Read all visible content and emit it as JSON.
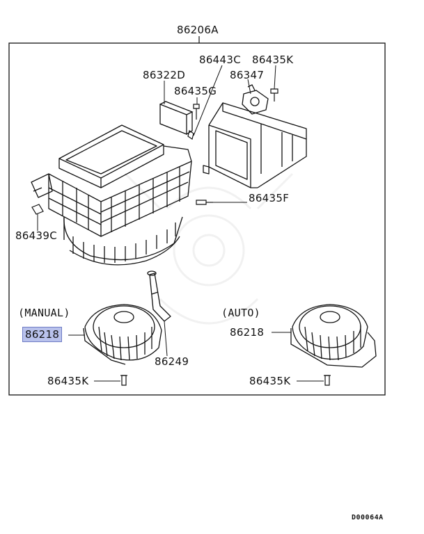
{
  "parts": {
    "assembly": "86206A",
    "p86443c": "86443C",
    "p86435k_top": "86435K",
    "p86322d": "86322D",
    "p86347": "86347",
    "p86435g": "86435G",
    "p86435f": "86435F",
    "p86439c": "86439C",
    "manual_label": "(MANUAL)",
    "auto_label": "(AUTO)",
    "p86218_manual": "86218",
    "p86218_auto": "86218",
    "p86249": "86249",
    "p86435k_left": "86435K",
    "p86435k_right": "86435K"
  },
  "footer": {
    "code": "D00064A"
  },
  "colors": {
    "line": "#111111",
    "highlight": "#b9c2ec",
    "highlight_border": "#6e7cc4"
  },
  "icons": [
    "blower-motor-icon",
    "heater-unit-case-icon",
    "duct-icon",
    "screw-icon",
    "clip-icon",
    "actuator-icon",
    "drain-hose-icon"
  ]
}
